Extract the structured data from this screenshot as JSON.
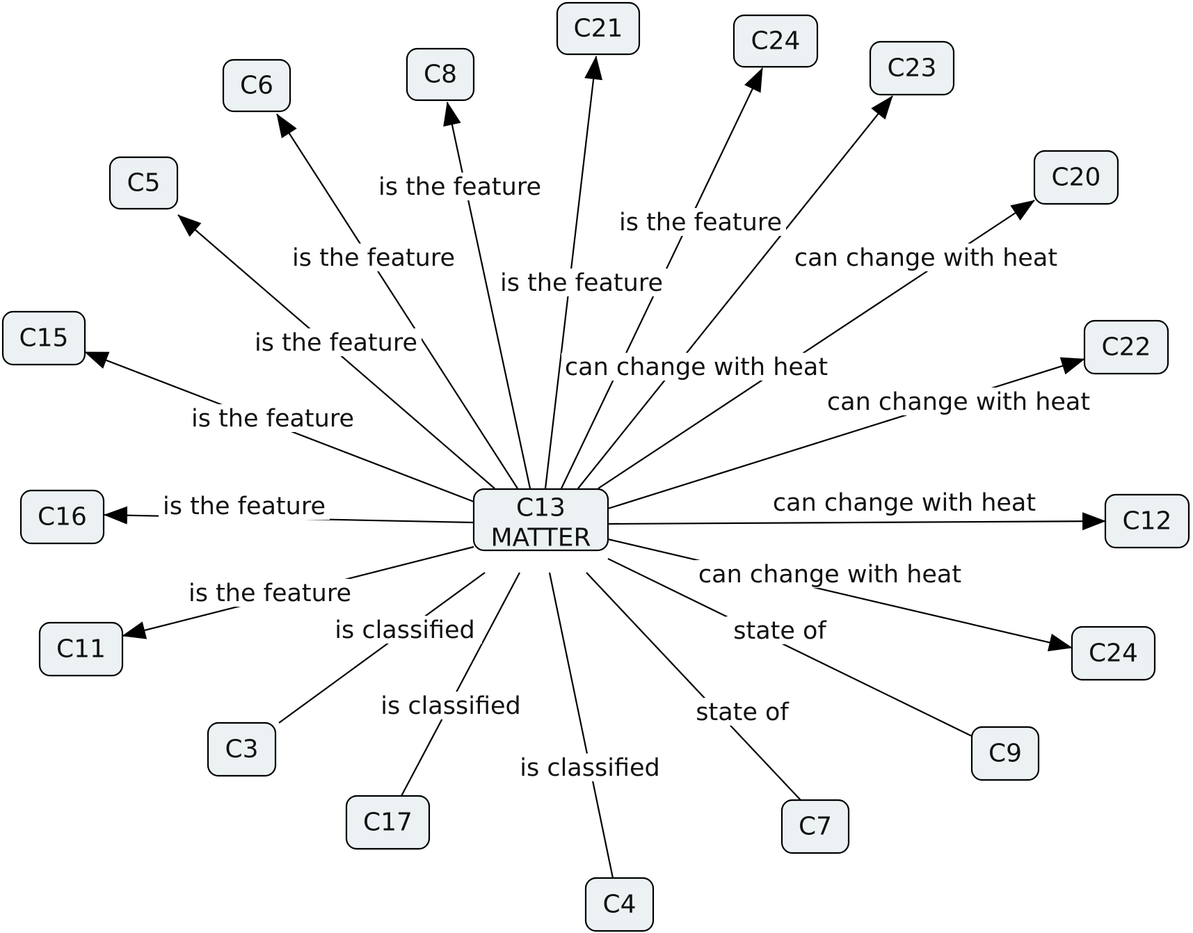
{
  "diagram": {
    "type": "concept-map",
    "center": {
      "id": "c13",
      "lines": [
        "C13",
        "MATTER"
      ]
    },
    "nodes": [
      {
        "id": "c6",
        "label": "C6"
      },
      {
        "id": "c8",
        "label": "C8"
      },
      {
        "id": "c21",
        "label": "C21"
      },
      {
        "id": "c24a",
        "label": "C24"
      },
      {
        "id": "c23",
        "label": "C23"
      },
      {
        "id": "c20",
        "label": "C20"
      },
      {
        "id": "c5",
        "label": "C5"
      },
      {
        "id": "c22",
        "label": "C22"
      },
      {
        "id": "c15",
        "label": "C15"
      },
      {
        "id": "c16",
        "label": "C16"
      },
      {
        "id": "c12",
        "label": "C12"
      },
      {
        "id": "c11",
        "label": "C11"
      },
      {
        "id": "c24b",
        "label": "C24"
      },
      {
        "id": "c3",
        "label": "C3"
      },
      {
        "id": "c9",
        "label": "C9"
      },
      {
        "id": "c17",
        "label": "C17"
      },
      {
        "id": "c7",
        "label": "C7"
      },
      {
        "id": "c4",
        "label": "C4"
      }
    ],
    "edges": [
      {
        "to": "c6",
        "label": "is the feature",
        "arrow": true
      },
      {
        "to": "c8",
        "label": "is the feature",
        "arrow": true
      },
      {
        "to": "c21",
        "label": "is the feature",
        "arrow": true
      },
      {
        "to": "c24a",
        "label": "is the feature",
        "arrow": true
      },
      {
        "to": "c5",
        "label": "is the feature",
        "arrow": true
      },
      {
        "to": "c15",
        "label": "is the feature",
        "arrow": true
      },
      {
        "to": "c16",
        "label": "is the feature",
        "arrow": true
      },
      {
        "to": "c11",
        "label": "is the feature",
        "arrow": true
      },
      {
        "to": "c23",
        "label": "can change with heat",
        "arrow": true
      },
      {
        "to": "c20",
        "label": "can change with heat",
        "arrow": true
      },
      {
        "to": "c22",
        "label": "can change with heat",
        "arrow": true
      },
      {
        "to": "c12",
        "label": "can change with heat",
        "arrow": true
      },
      {
        "to": "c24b",
        "label": "can change with heat",
        "arrow": true
      },
      {
        "to": "c9",
        "label": "state of",
        "arrow": false
      },
      {
        "to": "c7",
        "label": "state of",
        "arrow": false
      },
      {
        "to": "c3",
        "label": "is classified",
        "arrow": false
      },
      {
        "to": "c17",
        "label": "is classified",
        "arrow": false
      },
      {
        "to": "c4",
        "label": "is classified",
        "arrow": false
      }
    ]
  }
}
